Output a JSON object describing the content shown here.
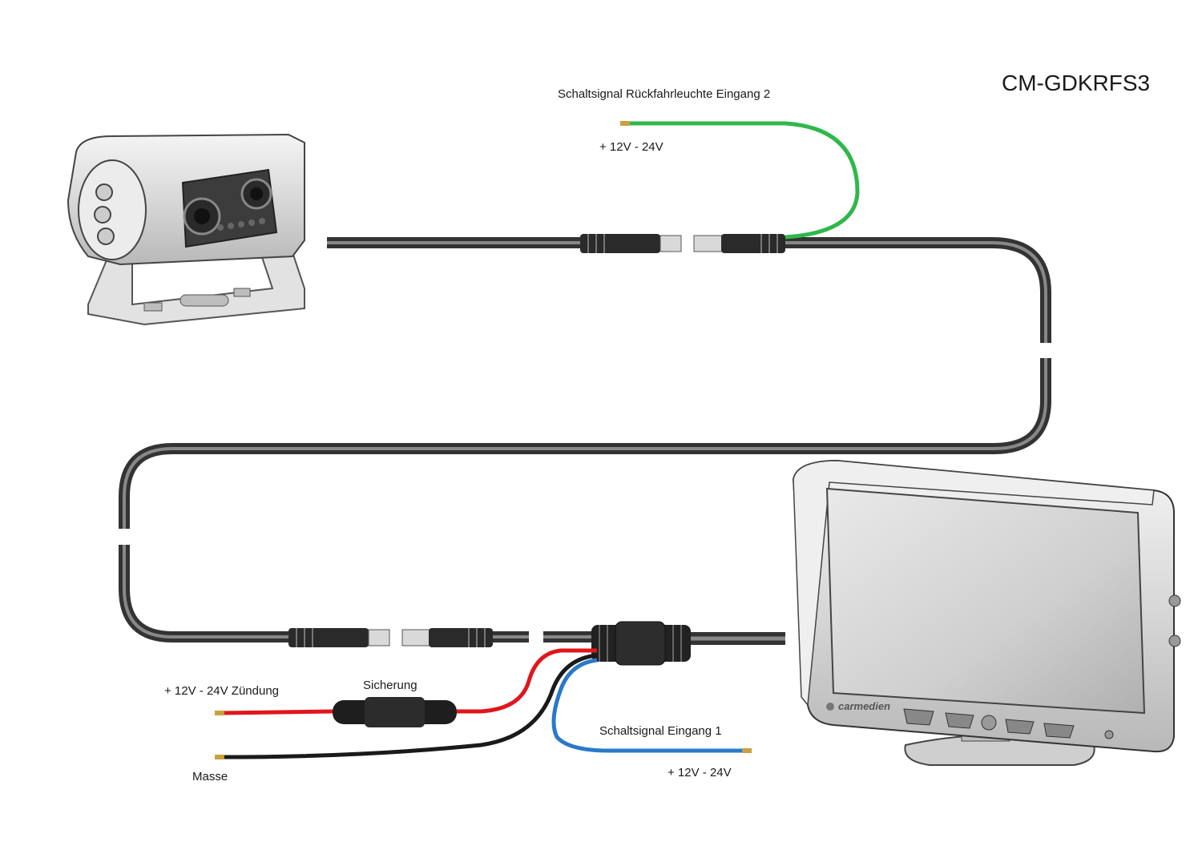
{
  "diagram": {
    "model_code": "CM-GDKRFS3",
    "labels": {
      "switch_signal_2": "Schaltsignal Rückfahrleuchte Eingang 2",
      "switch_signal_2_voltage": "+ 12V - 24V",
      "ignition": "+ 12V - 24V Zündung",
      "fuse": "Sicherung",
      "ground": "Masse",
      "switch_signal_1": "Schaltsignal Eingang 1",
      "switch_signal_1_voltage": "+ 12V - 24V"
    },
    "monitor_brand": "carmedien",
    "wire_colors": {
      "cable": "#4a4a4a",
      "green": "#2fb84a",
      "red": "#e0161c",
      "black": "#1a1a1a",
      "blue": "#2a79c9",
      "tip": "#c8a040"
    },
    "icons": [
      "camera-icon",
      "monitor-icon",
      "fuse-icon",
      "connector-icon"
    ]
  }
}
